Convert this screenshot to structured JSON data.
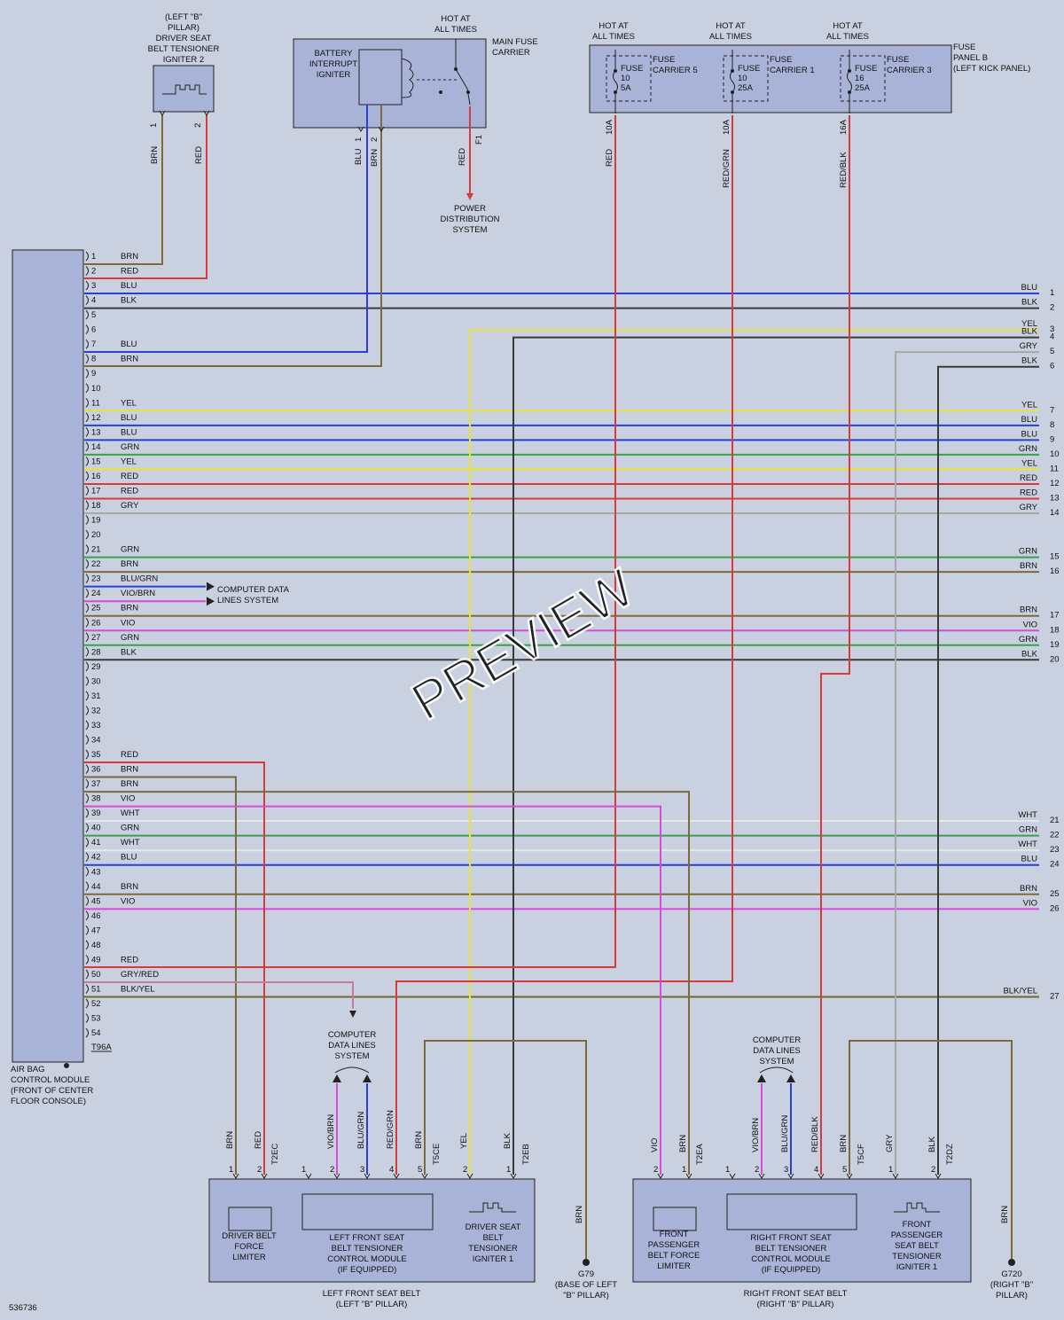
{
  "diagram_id": "536736",
  "watermark": "PREVIEW",
  "module": {
    "label": [
      "AIR BAG",
      "CONTROL MODULE",
      "(FRONT OF CENTER",
      "FLOOR CONSOLE)"
    ],
    "connector": "T96A",
    "pins": [
      {
        "n": "1",
        "color": "BRN"
      },
      {
        "n": "2",
        "color": "RED"
      },
      {
        "n": "3",
        "color": "BLU"
      },
      {
        "n": "4",
        "color": "BLK"
      },
      {
        "n": "5",
        "color": ""
      },
      {
        "n": "6",
        "color": ""
      },
      {
        "n": "7",
        "color": "BLU"
      },
      {
        "n": "8",
        "color": "BRN"
      },
      {
        "n": "9",
        "color": ""
      },
      {
        "n": "10",
        "color": ""
      },
      {
        "n": "11",
        "color": "YEL"
      },
      {
        "n": "12",
        "color": "BLU"
      },
      {
        "n": "13",
        "color": "BLU"
      },
      {
        "n": "14",
        "color": "GRN"
      },
      {
        "n": "15",
        "color": "YEL"
      },
      {
        "n": "16",
        "color": "RED"
      },
      {
        "n": "17",
        "color": "RED"
      },
      {
        "n": "18",
        "color": "GRY"
      },
      {
        "n": "19",
        "color": ""
      },
      {
        "n": "20",
        "color": ""
      },
      {
        "n": "21",
        "color": "GRN"
      },
      {
        "n": "22",
        "color": "BRN"
      },
      {
        "n": "23",
        "color": "BLU/GRN"
      },
      {
        "n": "24",
        "color": "VIO/BRN"
      },
      {
        "n": "25",
        "color": "BRN"
      },
      {
        "n": "26",
        "color": "VIO"
      },
      {
        "n": "27",
        "color": "GRN"
      },
      {
        "n": "28",
        "color": "BLK"
      },
      {
        "n": "29",
        "color": ""
      },
      {
        "n": "30",
        "color": ""
      },
      {
        "n": "31",
        "color": ""
      },
      {
        "n": "32",
        "color": ""
      },
      {
        "n": "33",
        "color": ""
      },
      {
        "n": "34",
        "color": ""
      },
      {
        "n": "35",
        "color": "RED"
      },
      {
        "n": "36",
        "color": "BRN"
      },
      {
        "n": "37",
        "color": "BRN"
      },
      {
        "n": "38",
        "color": "VIO"
      },
      {
        "n": "39",
        "color": "WHT"
      },
      {
        "n": "40",
        "color": "GRN"
      },
      {
        "n": "41",
        "color": "WHT"
      },
      {
        "n": "42",
        "color": "BLU"
      },
      {
        "n": "43",
        "color": ""
      },
      {
        "n": "44",
        "color": "BRN"
      },
      {
        "n": "45",
        "color": "VIO"
      },
      {
        "n": "46",
        "color": ""
      },
      {
        "n": "47",
        "color": ""
      },
      {
        "n": "48",
        "color": ""
      },
      {
        "n": "49",
        "color": "RED"
      },
      {
        "n": "50",
        "color": "GRY/RED"
      },
      {
        "n": "51",
        "color": "BLK/YEL"
      },
      {
        "n": "52",
        "color": ""
      },
      {
        "n": "53",
        "color": ""
      },
      {
        "n": "54",
        "color": ""
      }
    ]
  },
  "offpage": [
    {
      "n": "1",
      "color": "BLU"
    },
    {
      "n": "2",
      "color": "BLK"
    },
    {
      "n": "3",
      "color": "YEL"
    },
    {
      "n": "4",
      "color": "BLK"
    },
    {
      "n": "5",
      "color": "GRY"
    },
    {
      "n": "6",
      "color": "BLK"
    },
    {
      "n": "7",
      "color": "YEL"
    },
    {
      "n": "8",
      "color": "BLU"
    },
    {
      "n": "9",
      "color": "BLU"
    },
    {
      "n": "10",
      "color": "GRN"
    },
    {
      "n": "11",
      "color": "YEL"
    },
    {
      "n": "12",
      "color": "RED"
    },
    {
      "n": "13",
      "color": "RED"
    },
    {
      "n": "14",
      "color": "GRY"
    },
    {
      "n": "15",
      "color": "GRN"
    },
    {
      "n": "16",
      "color": "BRN"
    },
    {
      "n": "17",
      "color": "BRN"
    },
    {
      "n": "18",
      "color": "VIO"
    },
    {
      "n": "19",
      "color": "GRN"
    },
    {
      "n": "20",
      "color": "BLK"
    },
    {
      "n": "21",
      "color": "WHT"
    },
    {
      "n": "22",
      "color": "GRN"
    },
    {
      "n": "23",
      "color": "WHT"
    },
    {
      "n": "24",
      "color": "BLU"
    },
    {
      "n": "25",
      "color": "BRN"
    },
    {
      "n": "26",
      "color": "VIO"
    },
    {
      "n": "27",
      "color": "BLK/YEL"
    }
  ],
  "computer_data_lines": [
    "COMPUTER DATA",
    "LINES SYSTEM"
  ],
  "igniter2": {
    "label": [
      "(LEFT \"B\"",
      "PILLAR)",
      "DRIVER SEAT",
      "BELT TENSIONER",
      "IGNITER 2"
    ],
    "pin1": "1",
    "pin2": "2",
    "wire1": "BRN",
    "wire2": "RED"
  },
  "battery_interrupt": {
    "label": [
      "BATTERY",
      "INTERRUPT",
      "IGNITER"
    ],
    "pin1": "1",
    "pin2": "2",
    "wire1": "BLU",
    "wire2": "BRN"
  },
  "main_fuse": {
    "hot": [
      "HOT AT",
      "ALL TIMES"
    ],
    "label": [
      "MAIN FUSE",
      "CARRIER"
    ],
    "fuse_id": "F1",
    "wire": "RED",
    "power": [
      "POWER",
      "DISTRIBUTION",
      "SYSTEM"
    ]
  },
  "fuse_panel": {
    "label": [
      "FUSE",
      "PANEL B",
      "(LEFT KICK PANEL)"
    ],
    "fuses": [
      {
        "hot": [
          "HOT AT",
          "ALL TIMES"
        ],
        "carrier": [
          "FUSE",
          "CARRIER 5"
        ],
        "fuse": [
          "FUSE",
          "10",
          "5A"
        ],
        "term": "10A",
        "wire": "RED"
      },
      {
        "hot": [
          "HOT AT",
          "ALL TIMES"
        ],
        "carrier": [
          "FUSE",
          "CARRIER 1"
        ],
        "fuse": [
          "FUSE",
          "10",
          "25A"
        ],
        "term": "10A",
        "wire": "RED/GRN"
      },
      {
        "hot": [
          "HOT AT",
          "ALL TIMES"
        ],
        "carrier": [
          "FUSE",
          "CARRIER 3"
        ],
        "fuse": [
          "FUSE",
          "16",
          "25A"
        ],
        "term": "16A",
        "wire": "RED/BLK"
      }
    ]
  },
  "left_belt": {
    "label": [
      "LEFT FRONT SEAT BELT",
      "(LEFT \"B\" PILLAR)"
    ],
    "limiter": [
      "DRIVER BELT",
      "FORCE",
      "LIMITER"
    ],
    "module": [
      "LEFT FRONT SEAT",
      "BELT TENSIONER",
      "CONTROL MODULE",
      "(IF EQUIPPED)"
    ],
    "igniter": [
      "DRIVER SEAT",
      "BELT",
      "TENSIONER",
      "IGNITER 1"
    ],
    "conn_a": "T2EC",
    "conn_b": "T5CE",
    "conn_c": "T2EB",
    "wires": [
      "BRN",
      "RED",
      "VIO/BRN",
      "BLU/GRN",
      "RED/GRN",
      "BRN",
      "YEL",
      "BLK"
    ],
    "pins": [
      "1",
      "2",
      "1",
      "2",
      "3",
      "4",
      "5",
      "2",
      "1"
    ],
    "cdl": [
      "COMPUTER",
      "DATA LINES",
      "SYSTEM"
    ]
  },
  "right_belt": {
    "label": [
      "RIGHT FRONT SEAT BELT",
      "(RIGHT \"B\" PILLAR)"
    ],
    "limiter": [
      "FRONT",
      "PASSENGER",
      "BELT FORCE",
      "LIMITER"
    ],
    "module": [
      "RIGHT FRONT SEAT",
      "BELT TENSIONER",
      "CONTROL MODULE",
      "(IF EQUIPPED)"
    ],
    "igniter": [
      "FRONT",
      "PASSENGER",
      "SEAT BELT",
      "TENSIONER",
      "IGNITER 1"
    ],
    "conn_a": "T2EA",
    "conn_b": "T5CF",
    "conn_c": "T2DZ",
    "wires": [
      "VIO",
      "BRN",
      "VIO/BRN",
      "BLU/GRN",
      "RED/BLK",
      "BRN",
      "GRY",
      "BLK"
    ],
    "pins": [
      "2",
      "1",
      "1",
      "2",
      "3",
      "4",
      "5",
      "1",
      "2"
    ],
    "cdl": [
      "COMPUTER",
      "DATA LINES",
      "SYSTEM"
    ]
  },
  "grounds": {
    "g79": {
      "id": "G79",
      "label": [
        "(BASE OF LEFT",
        "\"B\" PILLAR)"
      ],
      "wire": "BRN"
    },
    "g720": {
      "id": "G720",
      "label": [
        "(RIGHT \"B\"",
        "PILLAR)"
      ],
      "wire": "BRN"
    }
  },
  "wire_colors": {
    "BRN": "#7a6a3e",
    "RED": "#d63a3a",
    "BLU": "#2b3fd6",
    "BLK": "#3a3a3a",
    "YEL": "#e8e33a",
    "GRN": "#3aa04a",
    "GRY": "#a8a8a8",
    "VIO": "#d84ad8",
    "WHT": "#e8e8e8",
    "BLU/GRN": "#2b3fd6",
    "VIO/BRN": "#d84ad8",
    "RED/GRN": "#d63a3a",
    "RED/BLK": "#d63a3a",
    "GRY/RED": "#c87a9a",
    "BLK/YEL": "#6a6a2a"
  }
}
